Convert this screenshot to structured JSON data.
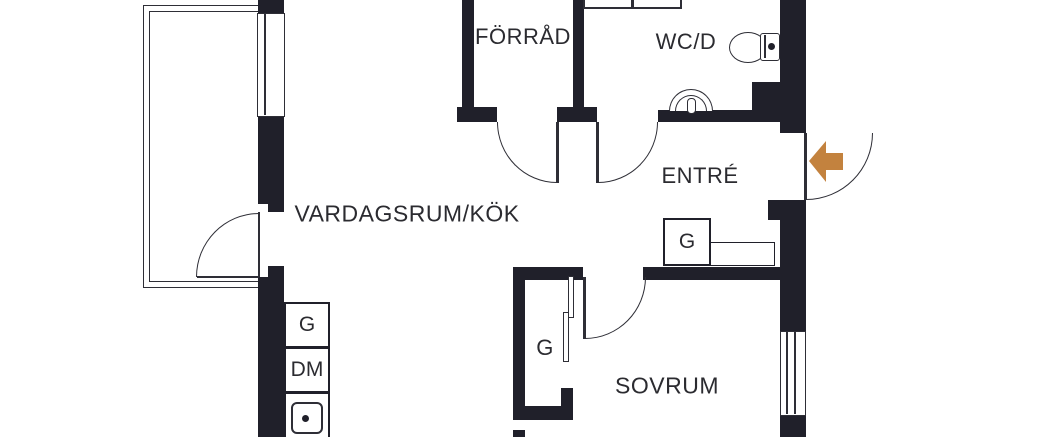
{
  "rooms": {
    "storage": "FÖRRÅD",
    "bathroom": "WC/D",
    "entrance": "ENTRÉ",
    "living_kitchen": "VARDAGSRUM/KÖK",
    "bedroom": "SOVRUM"
  },
  "fixtures": {
    "hall_wardrobe": "G",
    "closet_wardrobe": "G",
    "kitchen_cabinet": "G",
    "dishwasher": "DM"
  },
  "colors": {
    "wall": "#20202a",
    "line": "#2e2e36",
    "text": "#2b2b30",
    "entry_arrow": "#c3823e",
    "background": "#ffffff"
  }
}
